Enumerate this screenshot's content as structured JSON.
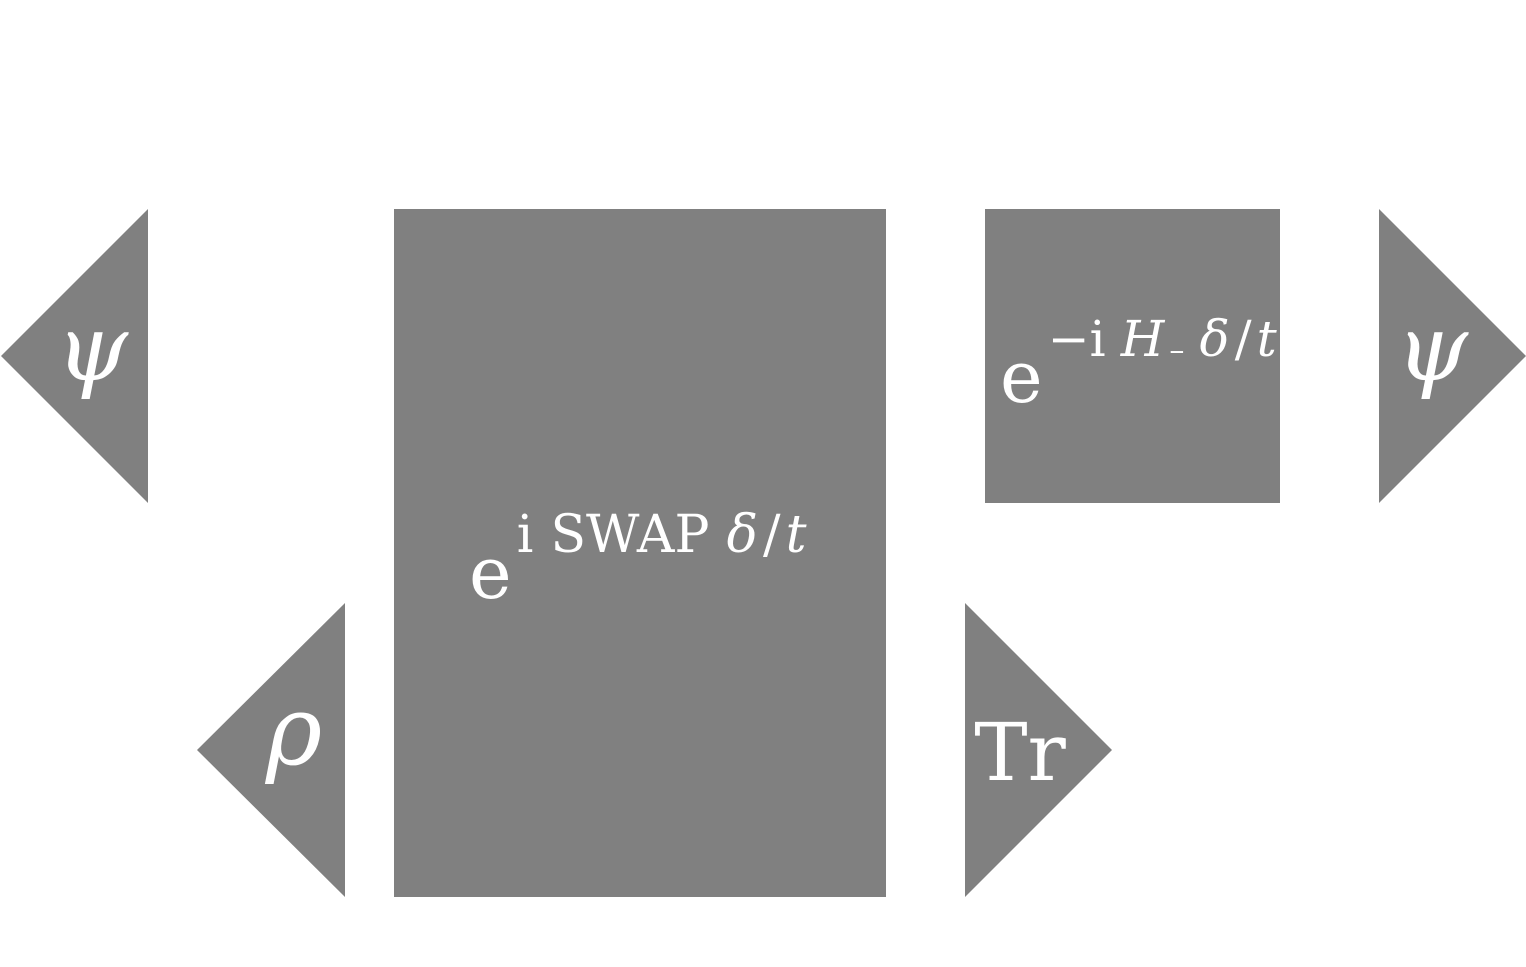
{
  "diagram": {
    "fill_color": "#808080",
    "text_color": "#ffffff",
    "psi_left": {
      "symbol": "ψ"
    },
    "psi_right": {
      "symbol": "ψ"
    },
    "rho": {
      "symbol": "ρ"
    },
    "trace": {
      "label": "Tr"
    },
    "swap_gate": {
      "base": "e",
      "exp_prefix": "i",
      "exp_operator": "SWAP",
      "exp_delta": "δ",
      "exp_slash": "/",
      "exp_t": "t"
    },
    "h_gate": {
      "base": "e",
      "exp_prefix": "−i",
      "exp_operator": "H",
      "exp_sub": "–",
      "exp_delta": "δ",
      "exp_slash": "/",
      "exp_t": "t"
    }
  }
}
